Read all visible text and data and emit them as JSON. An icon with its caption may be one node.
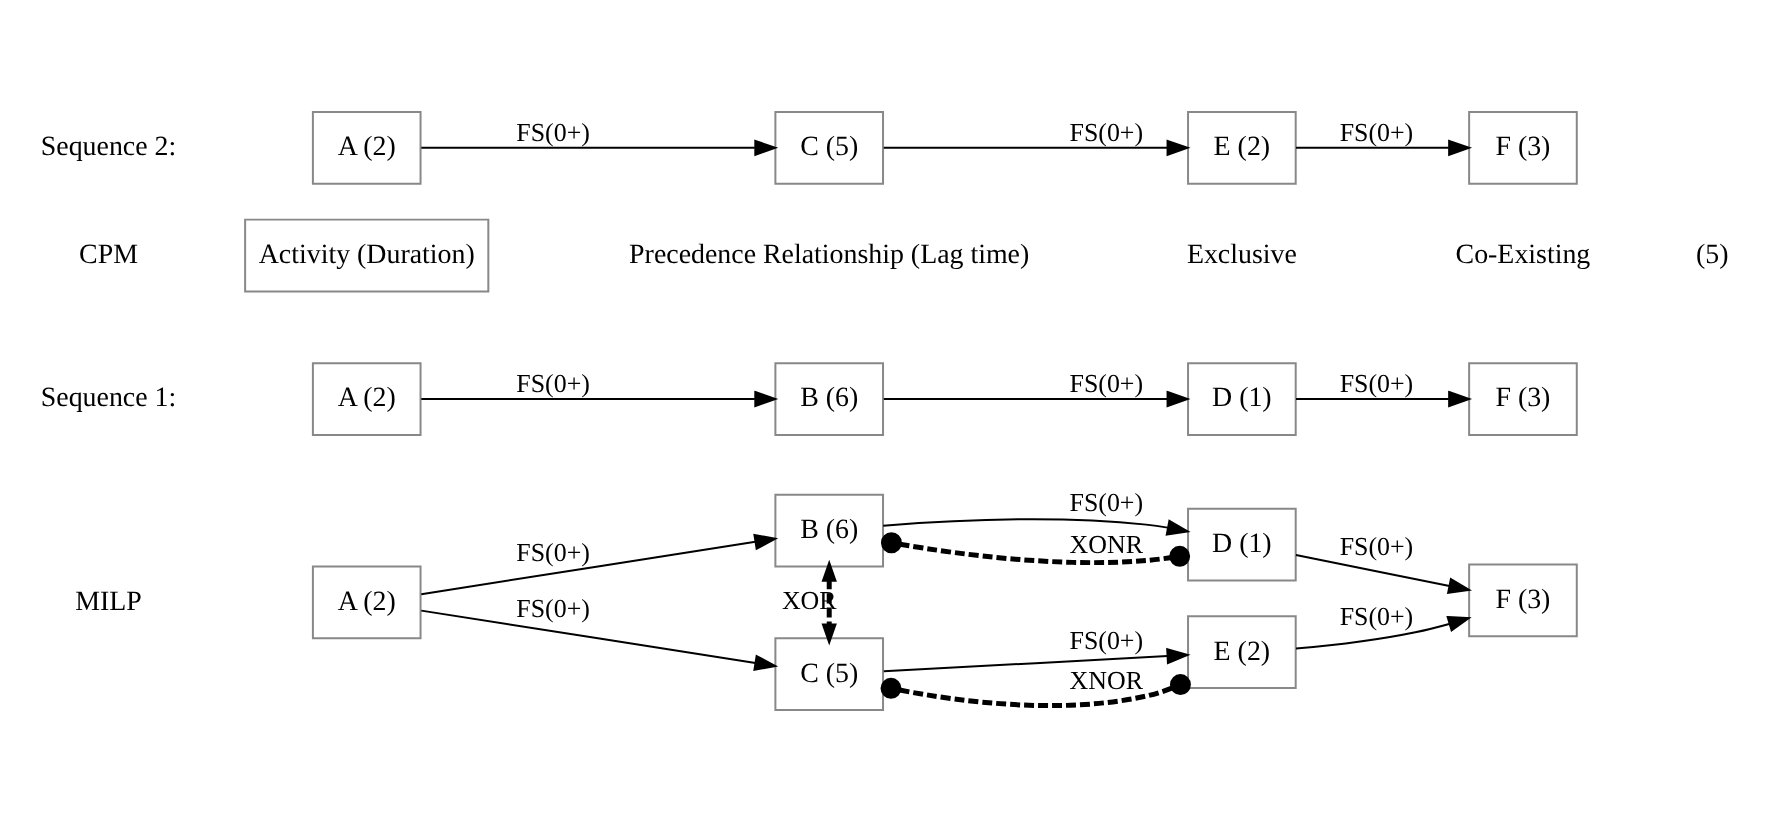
{
  "diagram": {
    "nodes": [
      {
        "text": [
          "A (2)"
        ]
      },
      {
        "text": [
          "B (6)"
        ]
      },
      {
        "text": [
          "D (1)"
        ]
      },
      {
        "text": [
          "F (3)"
        ]
      },
      {
        "text": [
          "C (5)"
        ]
      },
      {
        "text": [
          "E (2)"
        ]
      },
      {
        "text": [
          "A (2)"
        ]
      },
      {
        "text": [
          "B (6)"
        ]
      },
      {
        "text": [
          "D (1)"
        ]
      },
      {
        "text": [
          "F (3)"
        ]
      },
      {
        "text": [
          "A (2)"
        ]
      },
      {
        "text": [
          "C (5)"
        ]
      },
      {
        "text": [
          "E (2)"
        ]
      },
      {
        "text": [
          "F (3)"
        ]
      },
      {
        "text": [
          "Activity (Duration)"
        ]
      }
    ],
    "edges": [
      {
        "from": 0,
        "to": 1,
        "arrow": "to",
        "label": "FS(0+)"
      },
      {
        "from": 1,
        "to": 2,
        "arrow": "to",
        "label": "FS(0+)"
      },
      {
        "from": 2,
        "to": 3,
        "arrow": "to",
        "label": "FS(0+)"
      },
      {
        "from": 1,
        "to": 2,
        "arrow": "other",
        "label": "XONR",
        "style": "dashed"
      },
      {
        "from": 1,
        "to": 4,
        "arrow": "both",
        "label": "XOR",
        "style": "dashed"
      },
      {
        "from": 0,
        "to": 4,
        "arrow": "to",
        "label": "FS(0+)"
      },
      {
        "from": 4,
        "to": 5,
        "arrow": "to",
        "label": "FS(0+)"
      },
      {
        "from": 5,
        "to": 3,
        "arrow": "to",
        "label": "FS(0+)"
      },
      {
        "from": 4,
        "to": 5,
        "arrow": "other",
        "label": "XNOR",
        "style": "dashed"
      },
      {
        "from": 6,
        "to": 7,
        "arrow": "to",
        "label": "FS(0+)"
      },
      {
        "from": 7,
        "to": 8,
        "arrow": "to",
        "label": "FS(0+)"
      },
      {
        "from": 8,
        "to": 9,
        "arrow": "to",
        "label": "FS(0+)"
      },
      {
        "from": 10,
        "to": 11,
        "arrow": "to",
        "label": "FS(0+)"
      },
      {
        "from": 11,
        "to": 12,
        "arrow": "to",
        "label": "FS(0+)"
      },
      {
        "from": 12,
        "to": 13,
        "arrow": "to",
        "label": "FS(0+)"
      }
    ],
    "labels": [
      "MILP",
      "Sequence 1:",
      "CPM",
      "Sequence 2:",
      "(5)"
    ],
    "legend": [
      {
        "text": "Precedence Relationship (Lag time)"
      },
      {
        "text": "Exclusive"
      },
      {
        "text": "Co-Existing"
      }
    ]
  }
}
